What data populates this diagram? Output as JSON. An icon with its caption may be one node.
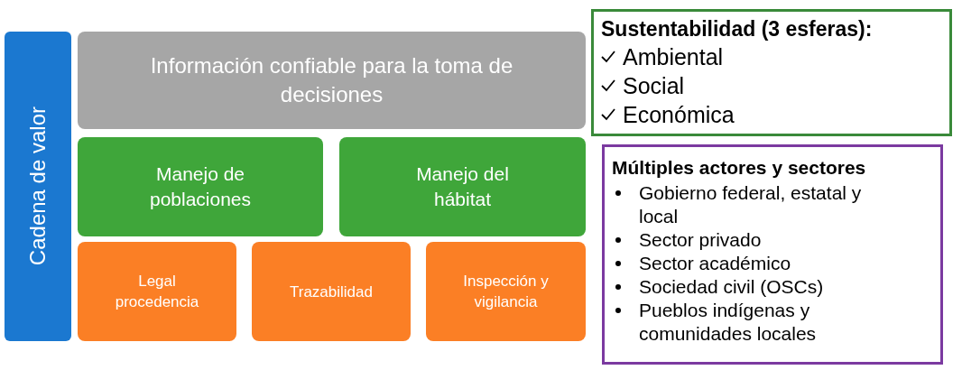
{
  "diagram": {
    "nodes": [
      {
        "text": [
          "Cadena de valor"
        ]
      },
      {
        "text": [
          "Información confiable para la toma de decisiones"
        ]
      },
      {
        "text": [
          "Manejo de poblaciones"
        ]
      },
      {
        "text": [
          "Manejo del hábitat"
        ]
      },
      {
        "text": [
          "Legal procedencia"
        ]
      },
      {
        "text": [
          "Trazabilidad"
        ]
      },
      {
        "text": [
          "Inspección y vigilancia"
        ]
      },
      {
        "text": [
          "Sustentabilidad (3 esferas):",
          "Ambiental",
          "Social",
          "Económica"
        ]
      },
      {
        "text": [
          "Múltiples actores y sectores",
          "Gobierno federal, estatal y local",
          "Sector privado",
          "Sector académico",
          "Sociedad civil (OSCs)",
          "Pueblos indígenas y comunidades locales"
        ]
      }
    ]
  }
}
